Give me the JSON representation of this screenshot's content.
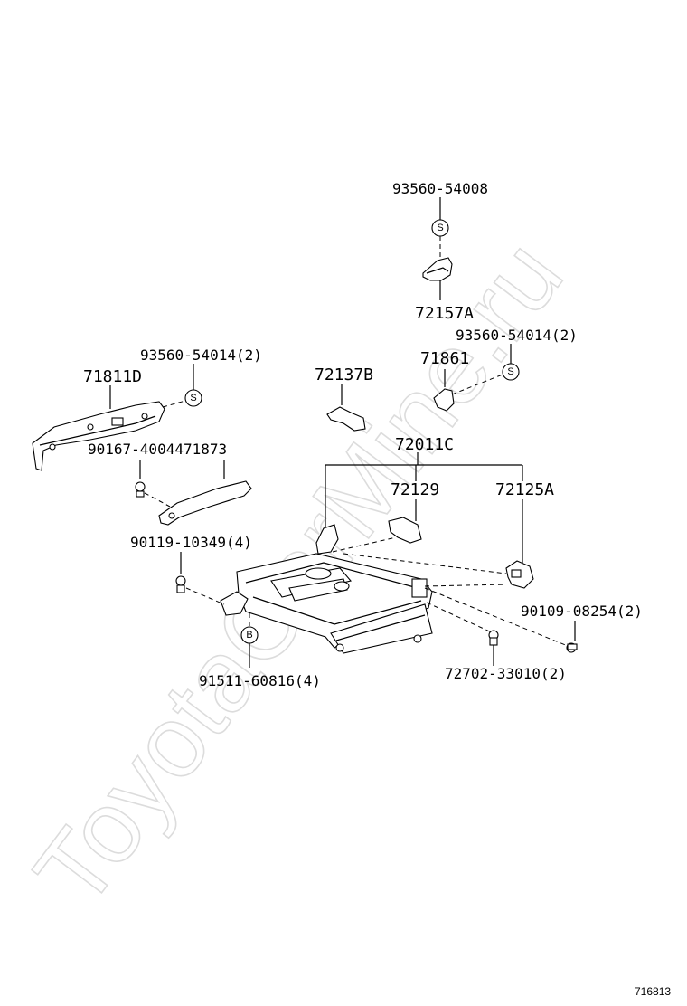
{
  "watermark": "ToyotaCarMine.ru",
  "figure_number": "716813",
  "symbols": {
    "s": "S",
    "b": "B"
  },
  "labels": {
    "p93560_54008": "93560-54008",
    "p72157A": "72157A",
    "p93560_54014_right": "93560-54014(2)",
    "p71861": "71861",
    "p93560_54014_left": "93560-54014(2)",
    "p71811D": "71811D",
    "p72137B": "72137B",
    "p90167_71873": "90167-4004471873",
    "p72011C": "72011C",
    "p72129": "72129",
    "p72125A": "72125A",
    "p90119_10349": "90119-10349(4)",
    "p90109_08254": "90109-08254(2)",
    "p91511_60816": "91511-60816(4)",
    "p72702_33010": "72702-33010(2)"
  }
}
